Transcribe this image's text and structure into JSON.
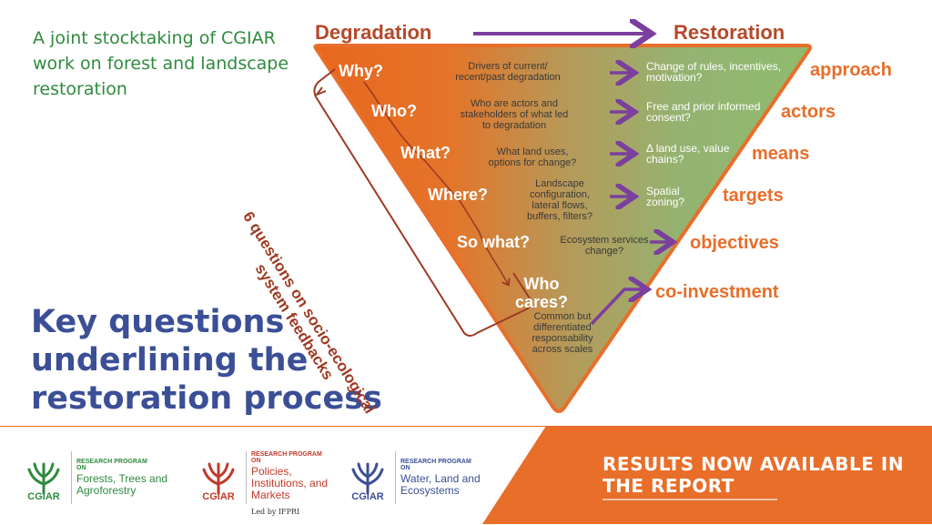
{
  "subtitle": "A joint stocktaking of CGIAR work on forest and landscape restoration",
  "title": "Key questions underlining the restoration process",
  "header": {
    "left": "Degradation",
    "right": "Restoration"
  },
  "side_label": "6 questions on socio-ecological system feedbacks",
  "rows": [
    {
      "question": "Why?",
      "description": "Drivers of current/ recent/past degradation",
      "response": "Change of rules, incentives, motivation?",
      "target": "approach"
    },
    {
      "question": "Who?",
      "description": "Who are actors and stakeholders of what led to degradation",
      "response": "Free and prior informed consent?",
      "target": "actors"
    },
    {
      "question": "What?",
      "description": "What land uses, options for change?",
      "response": "Δ land use, value chains?",
      "target": "means"
    },
    {
      "question": "Where?",
      "description": "Landscape configuration, lateral flows, buffers, filters?",
      "response": "Spatial zoning?",
      "target": "targets"
    },
    {
      "question": "So what?",
      "description": "Ecosystem services change?",
      "response": "",
      "target": "objectives"
    },
    {
      "question": "Who cares?",
      "description": "Common but differentiated responsability across scales",
      "response": "",
      "target": "co-investment"
    }
  ],
  "footer": {
    "programs": [
      {
        "small": "RESEARCH PROGRAM ON",
        "name": "Forests, Trees and Agroforestry",
        "brand": "CGIAR",
        "color": "#2e8b3e"
      },
      {
        "small": "RESEARCH PROGRAM ON",
        "name": "Policies, Institutions, and Markets",
        "brand": "CGIAR",
        "color": "#c0392b"
      },
      {
        "small": "RESEARCH PROGRAM ON",
        "name": "Water, Land and Ecosystems",
        "brand": "CGIAR",
        "color": "#3b4f96"
      }
    ],
    "led_by": "Led by IFPRI",
    "cta": "RESULTS NOW AVAILABLE IN THE REPORT"
  },
  "colors": {
    "orange": "#e86e2a",
    "green": "#8fb870",
    "purple": "#7b3f9e",
    "brown": "#9e3a22",
    "blue": "#3b4f96"
  }
}
